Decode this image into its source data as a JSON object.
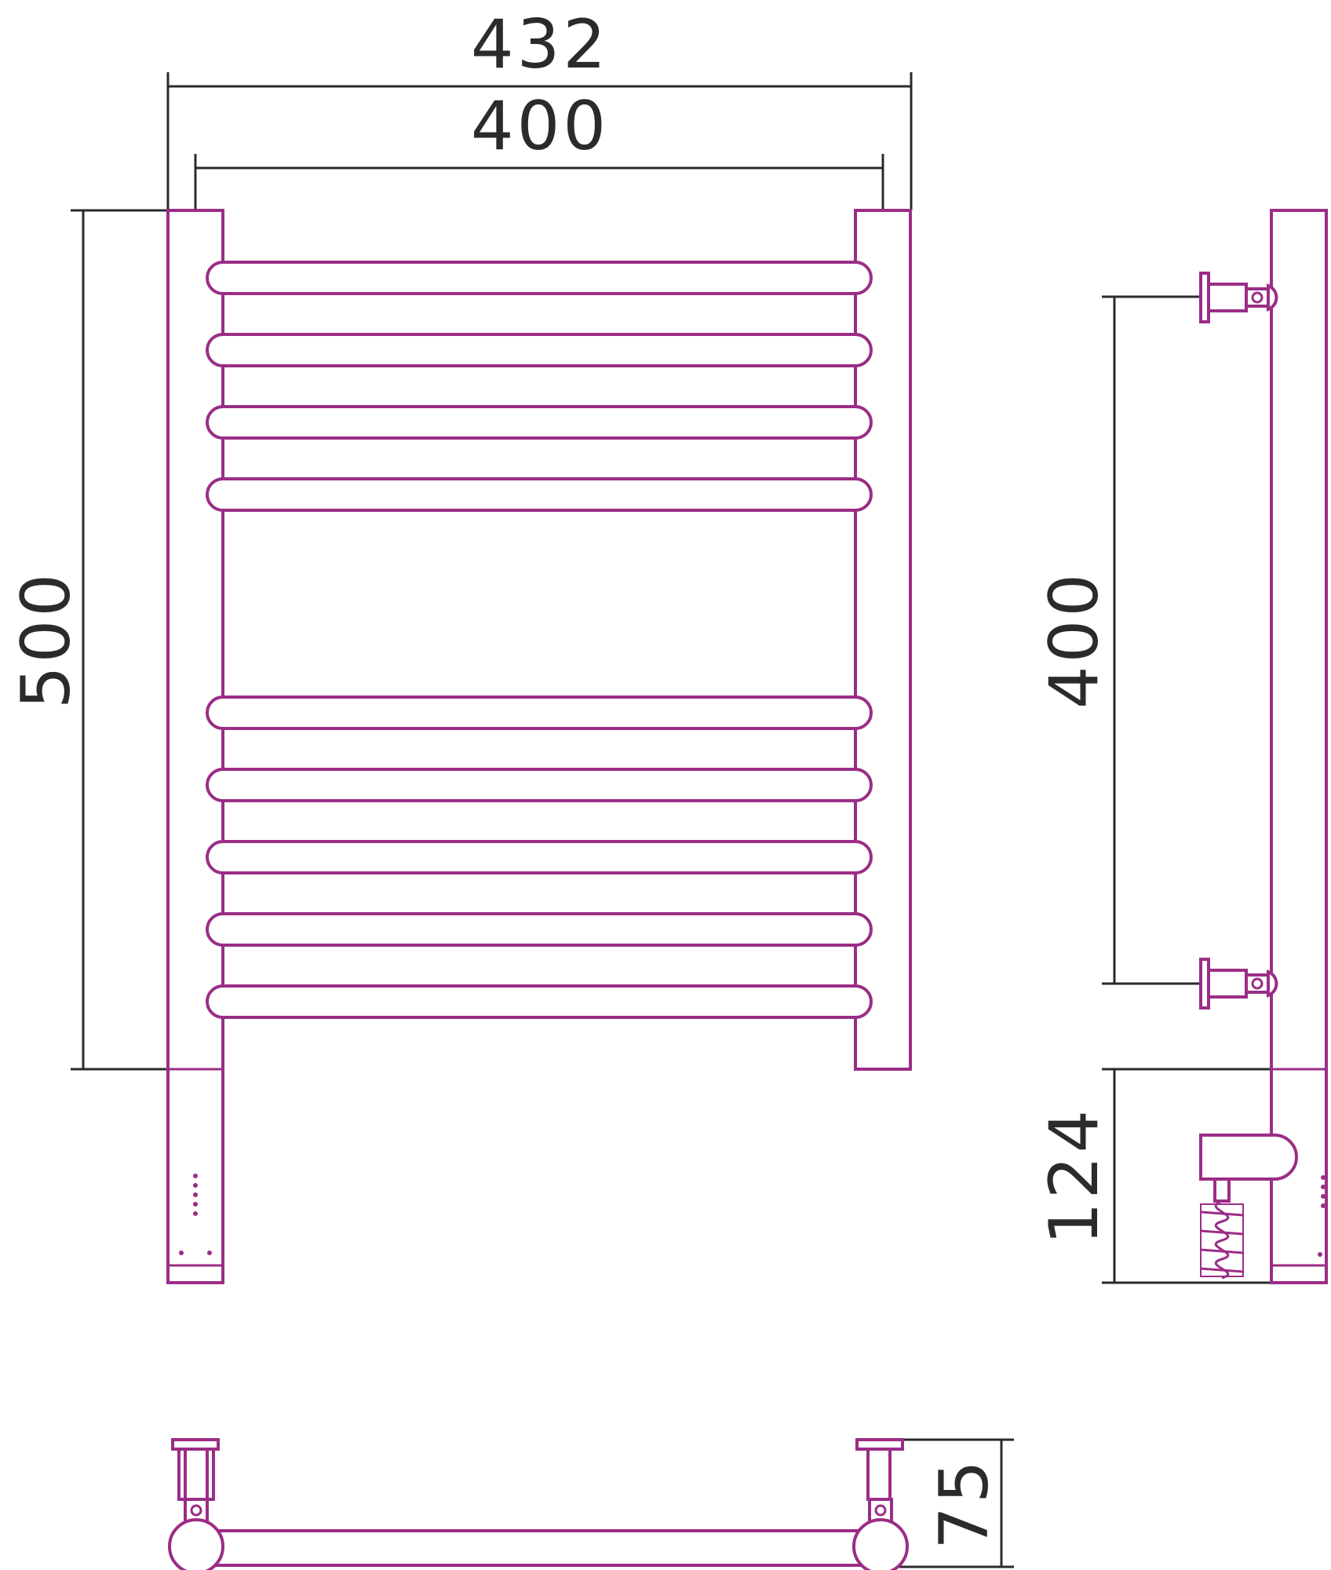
{
  "dimensions": {
    "overall_width": "432",
    "rail_width": "400",
    "overall_height": "500",
    "mount_spacing": "400",
    "heater_height": "124",
    "wall_depth": "75"
  },
  "colors": {
    "outline": "#9b2d86",
    "dimension": "#2b2b2b"
  },
  "front_view": {
    "rails_upper_count": 4,
    "rails_lower_count": 5
  }
}
